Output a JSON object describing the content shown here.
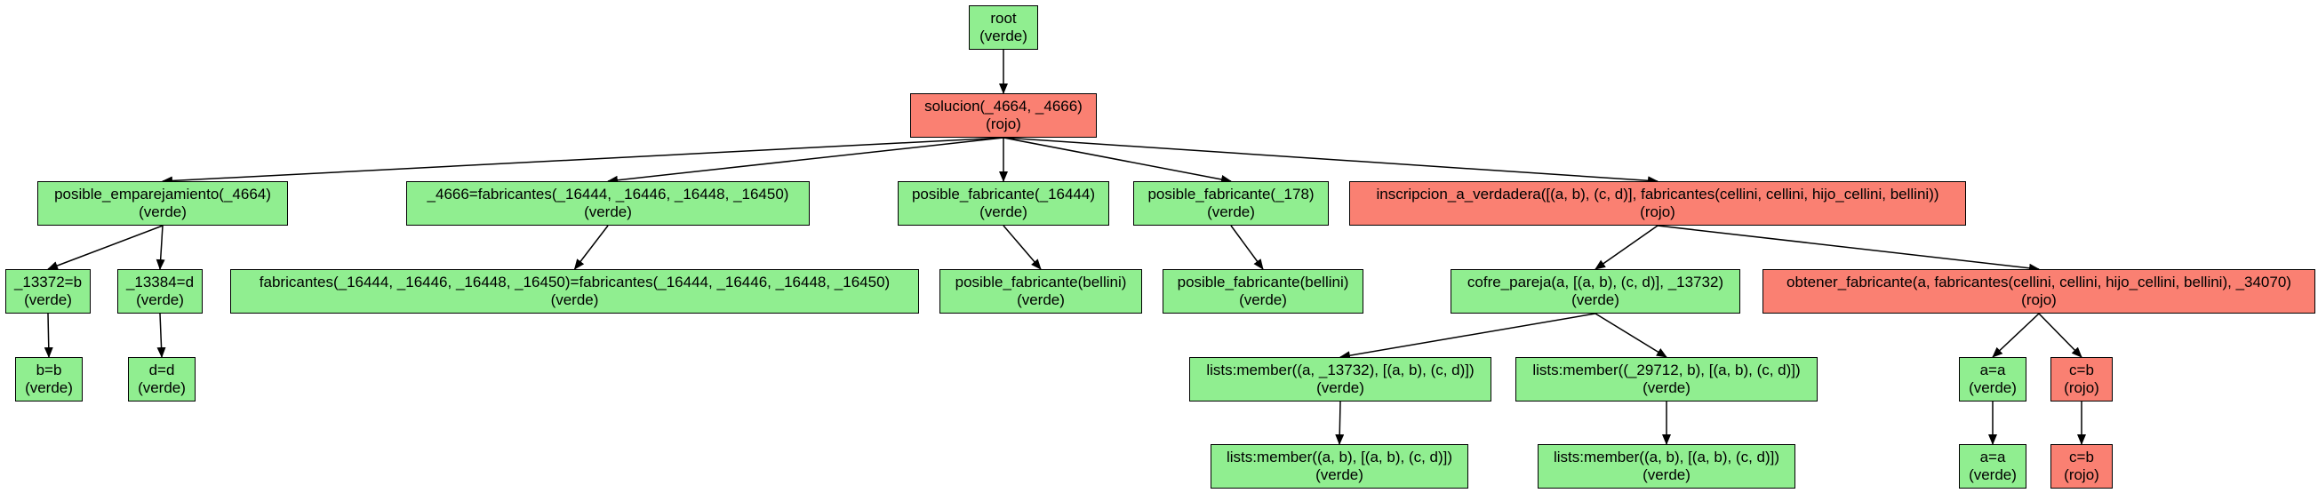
{
  "colors": {
    "verde": "#90ee90",
    "rojo": "#fa8072",
    "edge": "#000000"
  },
  "nodes": {
    "root": {
      "label": "root",
      "status": "(verde)",
      "color": "verde"
    },
    "solucion": {
      "label": "solucion(_4664, _4666)",
      "status": "(rojo)",
      "color": "rojo"
    },
    "posible_emparejamiento": {
      "label": "posible_emparejamiento(_4664)",
      "status": "(verde)",
      "color": "verde"
    },
    "fabricantes_eq": {
      "label": "_4666=fabricantes(_16444, _16446, _16448, _16450)",
      "status": "(verde)",
      "color": "verde"
    },
    "posible_fabricante_16444": {
      "label": "posible_fabricante(_16444)",
      "status": "(verde)",
      "color": "verde"
    },
    "posible_fabricante_178": {
      "label": "posible_fabricante(_178)",
      "status": "(verde)",
      "color": "verde"
    },
    "inscripcion": {
      "label": "inscripcion_a_verdadera([(a, b), (c, d)], fabricantes(cellini, cellini, hijo_cellini, bellini))",
      "status": "(rojo)",
      "color": "rojo"
    },
    "eq_13372": {
      "label": "_13372=b",
      "status": "(verde)",
      "color": "verde"
    },
    "eq_13384": {
      "label": "_13384=d",
      "status": "(verde)",
      "color": "verde"
    },
    "fabricantes_unif": {
      "label": "fabricantes(_16444, _16446, _16448, _16450)=fabricantes(_16444, _16446, _16448, _16450)",
      "status": "(verde)",
      "color": "verde"
    },
    "pf_bellini_1": {
      "label": "posible_fabricante(bellini)",
      "status": "(verde)",
      "color": "verde"
    },
    "pf_bellini_2": {
      "label": "posible_fabricante(bellini)",
      "status": "(verde)",
      "color": "verde"
    },
    "cofre_pareja": {
      "label": "cofre_pareja(a, [(a, b), (c, d)], _13732)",
      "status": "(verde)",
      "color": "verde"
    },
    "obtener_fabricante": {
      "label": "obtener_fabricante(a, fabricantes(cellini, cellini, hijo_cellini, bellini), _34070)",
      "status": "(rojo)",
      "color": "rojo"
    },
    "b_eq_b": {
      "label": "b=b",
      "status": "(verde)",
      "color": "verde"
    },
    "d_eq_d": {
      "label": "d=d",
      "status": "(verde)",
      "color": "verde"
    },
    "member_13732": {
      "label": "lists:member((a, _13732), [(a, b), (c, d)])",
      "status": "(verde)",
      "color": "verde"
    },
    "member_29712": {
      "label": "lists:member((_29712, b), [(a, b), (c, d)])",
      "status": "(verde)",
      "color": "verde"
    },
    "a_eq_a_1": {
      "label": "a=a",
      "status": "(verde)",
      "color": "verde"
    },
    "c_eq_b_1": {
      "label": "c=b",
      "status": "(rojo)",
      "color": "rojo"
    },
    "member_ab_1": {
      "label": "lists:member((a, b), [(a, b), (c, d)])",
      "status": "(verde)",
      "color": "verde"
    },
    "member_ab_2": {
      "label": "lists:member((a, b), [(a, b), (c, d)])",
      "status": "(verde)",
      "color": "verde"
    },
    "a_eq_a_2": {
      "label": "a=a",
      "status": "(verde)",
      "color": "verde"
    },
    "c_eq_b_2": {
      "label": "c=b",
      "status": "(rojo)",
      "color": "rojo"
    }
  },
  "edges": [
    [
      "root",
      "solucion"
    ],
    [
      "solucion",
      "posible_emparejamiento"
    ],
    [
      "solucion",
      "fabricantes_eq"
    ],
    [
      "solucion",
      "posible_fabricante_16444"
    ],
    [
      "solucion",
      "posible_fabricante_178"
    ],
    [
      "solucion",
      "inscripcion"
    ],
    [
      "posible_emparejamiento",
      "eq_13372"
    ],
    [
      "posible_emparejamiento",
      "eq_13384"
    ],
    [
      "eq_13372",
      "b_eq_b"
    ],
    [
      "eq_13384",
      "d_eq_d"
    ],
    [
      "fabricantes_eq",
      "fabricantes_unif"
    ],
    [
      "posible_fabricante_16444",
      "pf_bellini_1"
    ],
    [
      "posible_fabricante_178",
      "pf_bellini_2"
    ],
    [
      "inscripcion",
      "cofre_pareja"
    ],
    [
      "inscripcion",
      "obtener_fabricante"
    ],
    [
      "cofre_pareja",
      "member_13732"
    ],
    [
      "cofre_pareja",
      "member_29712"
    ],
    [
      "member_13732",
      "member_ab_1"
    ],
    [
      "member_29712",
      "member_ab_2"
    ],
    [
      "obtener_fabricante",
      "a_eq_a_1"
    ],
    [
      "obtener_fabricante",
      "c_eq_b_1"
    ],
    [
      "a_eq_a_1",
      "a_eq_a_2"
    ],
    [
      "c_eq_b_1",
      "c_eq_b_2"
    ]
  ]
}
